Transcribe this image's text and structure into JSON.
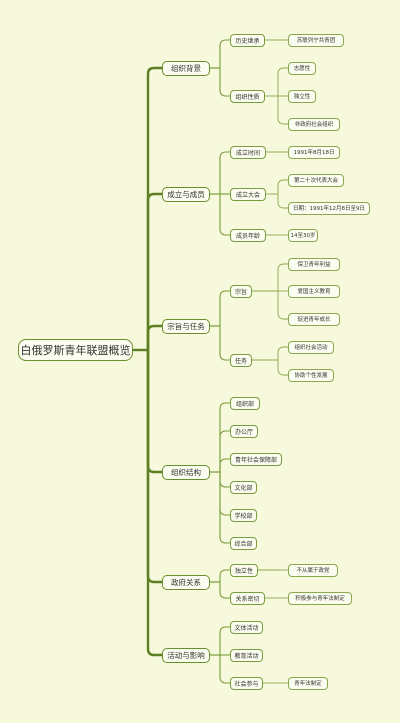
{
  "root": {
    "label": "白俄罗斯青年联盟概览"
  },
  "branches": [
    {
      "label": "组织背景",
      "children": [
        {
          "label": "历史继承",
          "children": [
            {
              "label": "苏联列宁共青团"
            }
          ]
        },
        {
          "label": "组织性质",
          "children": [
            {
              "label": "志愿性"
            },
            {
              "label": "独立性"
            },
            {
              "label": "非政府社会组织"
            }
          ]
        }
      ]
    },
    {
      "label": "成立与成员",
      "children": [
        {
          "label": "成立时间",
          "children": [
            {
              "label": "1991年8月18日"
            }
          ]
        },
        {
          "label": "成立大会",
          "children": [
            {
              "label": "第二十次代表大会"
            },
            {
              "label": "日期：1991年12月8日至9日"
            }
          ]
        },
        {
          "label": "成员年龄",
          "children": [
            {
              "label": "14至30岁"
            }
          ]
        }
      ]
    },
    {
      "label": "宗旨与任务",
      "children": [
        {
          "label": "宗旨",
          "children": [
            {
              "label": "保卫青年利益"
            },
            {
              "label": "爱国主义教育"
            },
            {
              "label": "促进青年成长"
            }
          ]
        },
        {
          "label": "任务",
          "children": [
            {
              "label": "组织社会活动"
            },
            {
              "label": "协助个性发展"
            }
          ]
        }
      ]
    },
    {
      "label": "组织结构",
      "children": [
        {
          "label": "组织部",
          "children": []
        },
        {
          "label": "办公厅",
          "children": []
        },
        {
          "label": "青年社会保障部",
          "children": []
        },
        {
          "label": "文化部",
          "children": []
        },
        {
          "label": "学校部",
          "children": []
        },
        {
          "label": "综合部",
          "children": []
        }
      ]
    },
    {
      "label": "政府关系",
      "children": [
        {
          "label": "独立性",
          "children": [
            {
              "label": "不从属于政党"
            }
          ]
        },
        {
          "label": "关系密切",
          "children": [
            {
              "label": "积极参与青年法制定"
            }
          ]
        }
      ]
    },
    {
      "label": "活动与影响",
      "children": [
        {
          "label": "文体活动",
          "children": []
        },
        {
          "label": "教育活动",
          "children": []
        },
        {
          "label": "社会参与",
          "children": [
            {
              "label": "青年法制定"
            }
          ]
        }
      ]
    }
  ]
}
